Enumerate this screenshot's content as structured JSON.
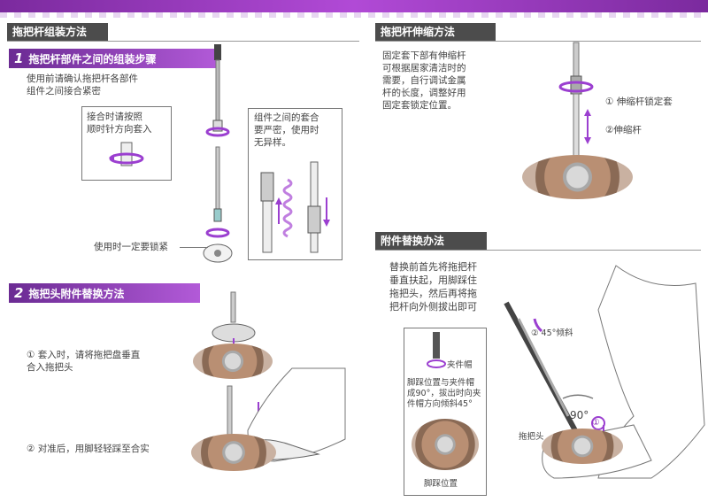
{
  "left": {
    "section_title": "拖把杆组装方法",
    "step1": {
      "number": "1",
      "title": "拖把杆部件之间的组装步骤"
    },
    "intro": "使用前请确认拖把杆各部件\n组件之间接合紧密",
    "callout_join": "接合时请按照\n顺时针方向套入",
    "callout_tight": "组件之间的套合\n要严密，使用时\n无异样。",
    "callout_lock": "使用时一定要锁紧",
    "step2": {
      "number": "2",
      "title": "拖把头附件替换方法"
    },
    "note_insert": "① 套入时，请将拖把盘垂直\n合入拖把头",
    "note_press": "② 对准后，用脚轻轻踩至合实"
  },
  "right_top": {
    "section_title": "拖把杆伸缩方法",
    "text": "固定套下部有伸缩杆\n可根据居家清洁时的\n需要，自行调试金属\n杆的长度，调整好用\n固定套锁定位置。",
    "label_lock": "① 伸缩杆锁定套",
    "label_rod": "②伸缩杆"
  },
  "right_bottom": {
    "section_title": "附件替换办法",
    "text": "替换前首先将拖把杆\n垂直扶起，用脚踩住\n拖把头，然后再将拖\n把杆向外侧拔出即可",
    "angle_tag": "② 45°倾斜",
    "clip_label": "夹件帽",
    "inset_text": "脚踩位置与夹件帽\n成90°，拔出时向夹\n件帽方向倾斜45°",
    "foot_label": "脚踩位置",
    "degree_label": "90°",
    "circle_one": "①",
    "mop_head_label": "拖把头"
  },
  "colors": {
    "purple": "#8a2fb8",
    "header_gray": "#4c4c4c",
    "arrow": "#9b3fd0"
  }
}
